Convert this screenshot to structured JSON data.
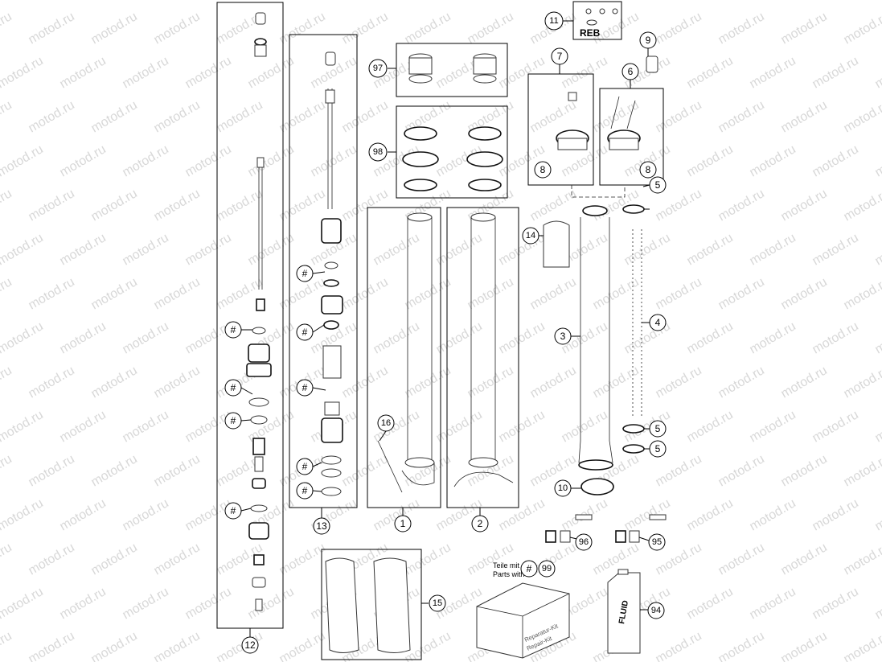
{
  "watermark": "motod.ru",
  "callouts": {
    "c1": "1",
    "c2": "2",
    "c3": "3",
    "c4": "4",
    "c5a": "5",
    "c5b": "5",
    "c5c": "5",
    "c6": "6",
    "c7": "7",
    "c8a": "8",
    "c8b": "8",
    "c9": "9",
    "c10": "10",
    "c11": "11",
    "c12": "12",
    "c13": "13",
    "c14": "14",
    "c15": "15",
    "c16": "16",
    "c94": "94",
    "c95": "95",
    "c96": "96",
    "c97": "97",
    "c98": "98",
    "c99": "99",
    "hash": "#"
  },
  "labels": {
    "reb": "REB",
    "teile_mit": "Teile mit",
    "parts_with": "Parts with",
    "fluid": "FLUID",
    "reparatur": "Reparatur-Kit",
    "repair": "Repair-Kit"
  }
}
